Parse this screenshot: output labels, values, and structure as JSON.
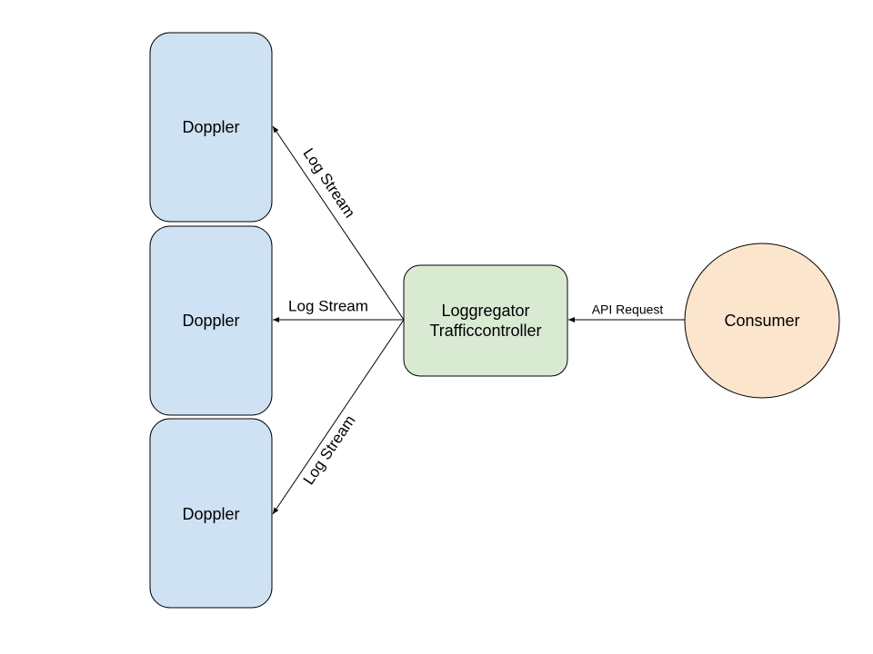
{
  "colors": {
    "doppler_fill": "#cfe2f3",
    "trafficcontroller_fill": "#d9ead3",
    "consumer_fill": "#fce5cd",
    "stroke": "#000000"
  },
  "nodes": {
    "doppler_top": {
      "label": "Doppler"
    },
    "doppler_middle": {
      "label": "Doppler"
    },
    "doppler_bottom": {
      "label": "Doppler"
    },
    "trafficcontroller": {
      "line1": "Loggregator",
      "line2": "Trafficcontroller"
    },
    "consumer": {
      "label": "Consumer"
    }
  },
  "edges": {
    "to_doppler_top": {
      "label": "Log Stream"
    },
    "to_doppler_middle": {
      "label": "Log Stream"
    },
    "to_doppler_bottom": {
      "label": "Log Stream"
    },
    "api_request": {
      "label": "API Request"
    }
  }
}
